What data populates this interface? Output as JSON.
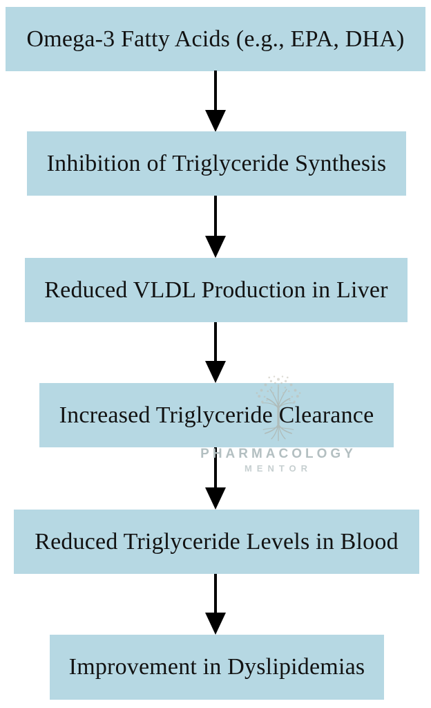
{
  "flowchart": {
    "description": "Mechanism of omega-3 fatty acids in dyslipidemia",
    "box_fill_color": "#b6d8e3",
    "text_color": "#121212",
    "arrow_color": "#000000",
    "steps": [
      {
        "label": "Omega-3 Fatty Acids (e.g., EPA, DHA)"
      },
      {
        "label": "Inhibition of Triglyceride Synthesis"
      },
      {
        "label": "Reduced VLDL Production in Liver"
      },
      {
        "label": "Increased Triglyceride Clearance"
      },
      {
        "label": "Reduced Triglyceride Levels in Blood"
      },
      {
        "label": "Improvement in Dyslipidemias"
      }
    ]
  },
  "watermark": {
    "logo": "tree-of-life-icon",
    "line1": "PHARMACOLOGY",
    "line2": "MENTOR",
    "line1_color": "#b3bfc1",
    "line2_color": "#c6cfd0"
  }
}
